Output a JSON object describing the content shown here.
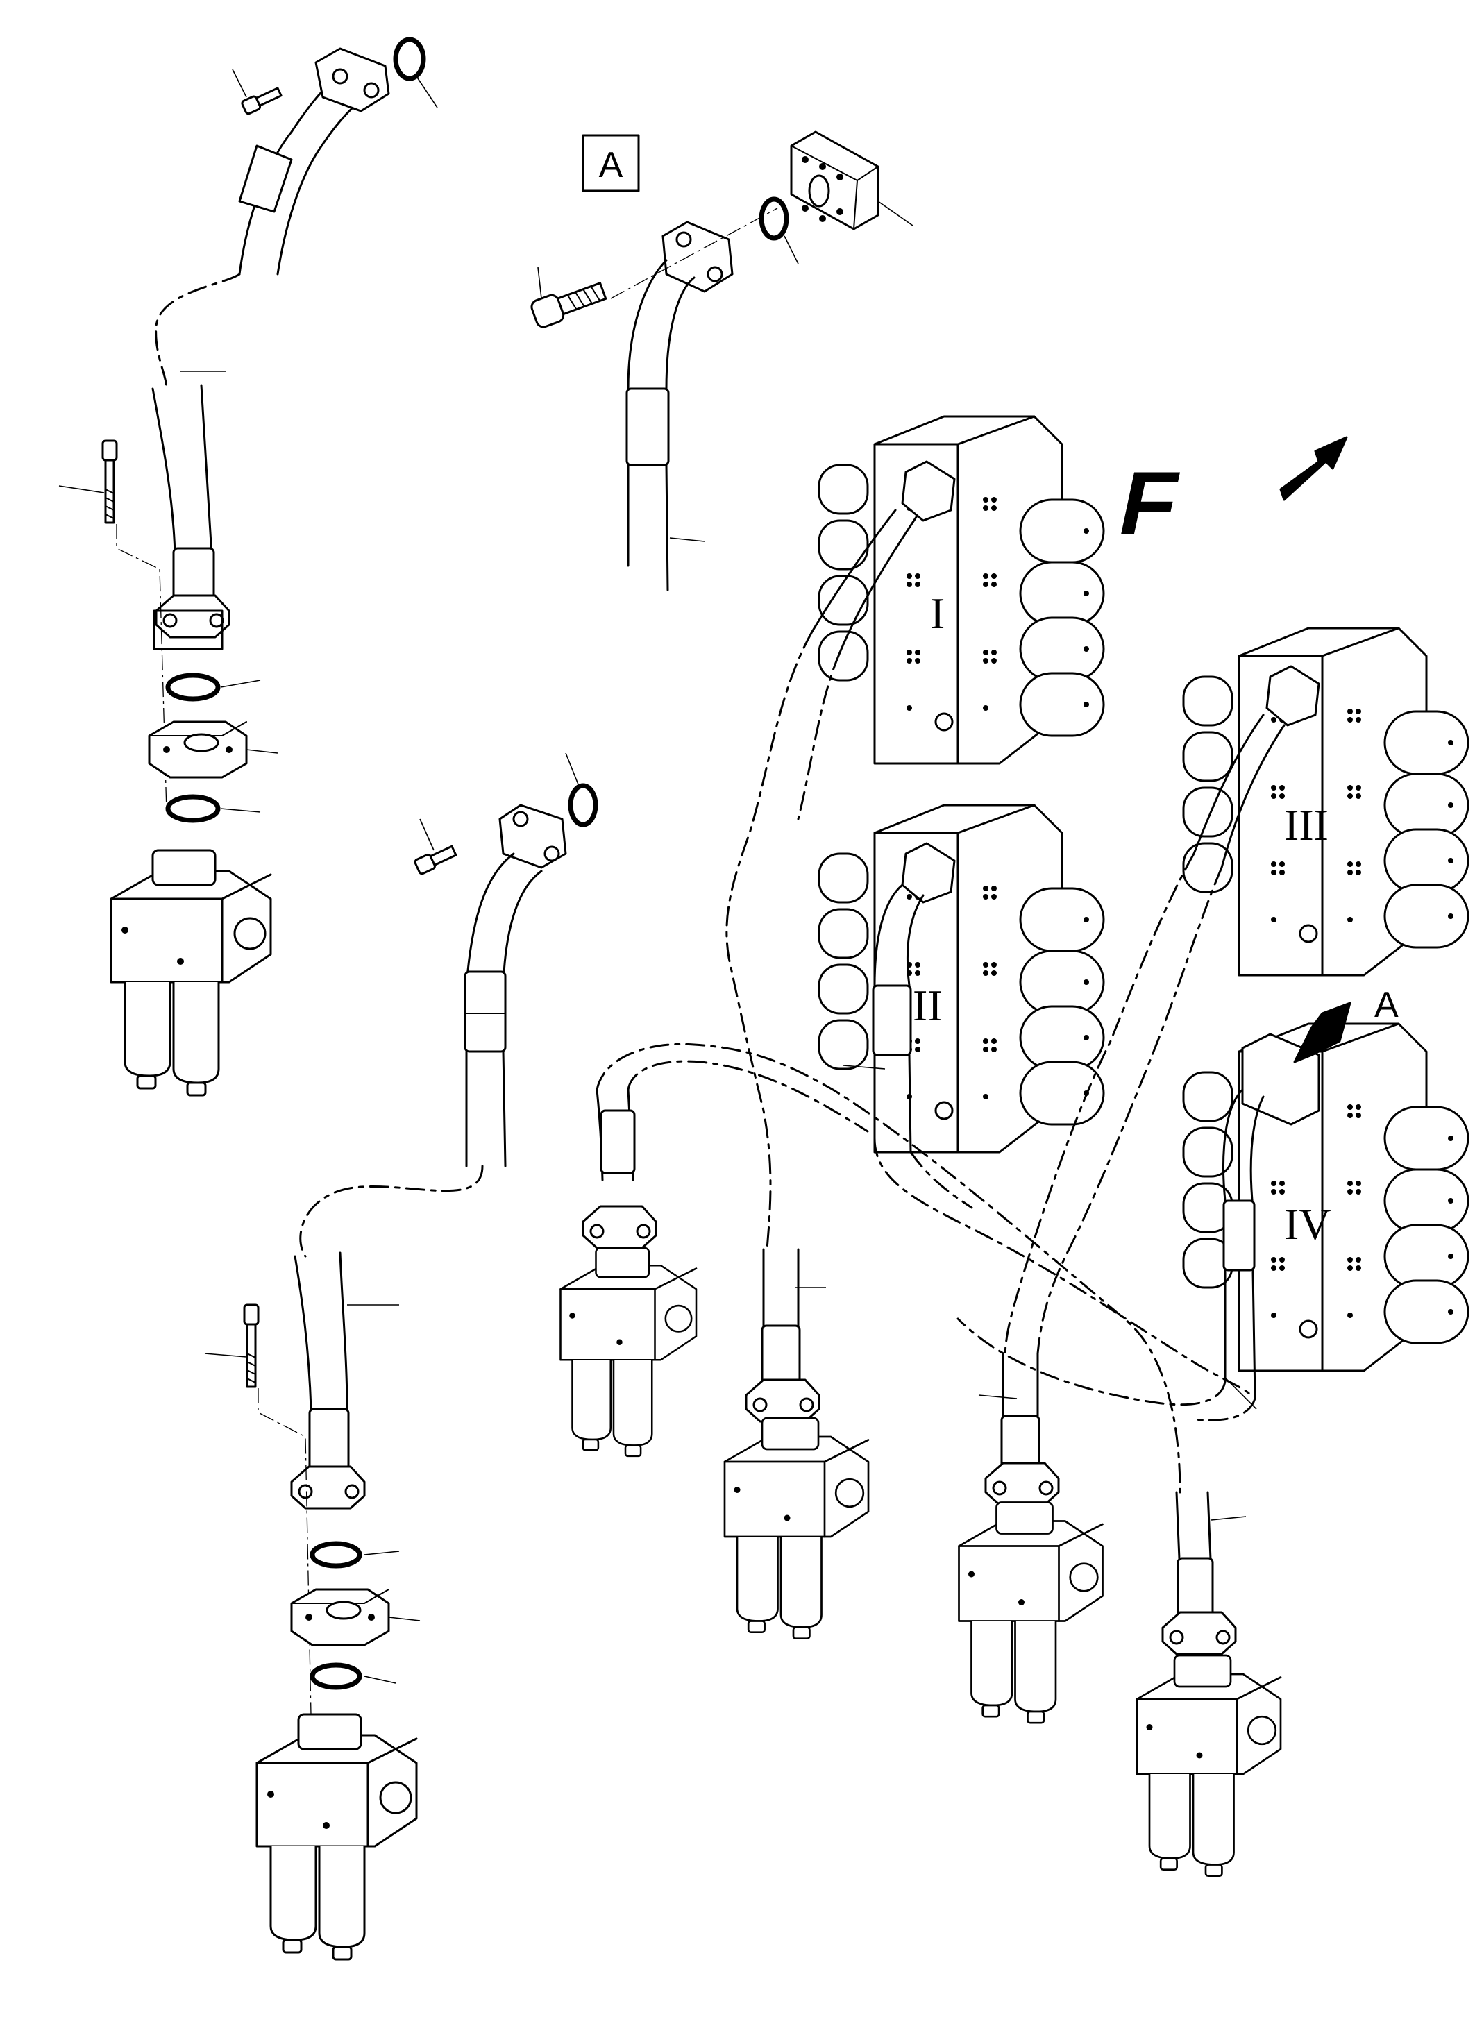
{
  "view_labels": {
    "detail_box": "A",
    "arrow_label": "A",
    "direction": "F"
  },
  "valve_sections": [
    "I",
    "II",
    "III",
    "IV"
  ],
  "colors": {
    "line": "#000000",
    "background": "#ffffff"
  },
  "icons": [
    "direction-arrow-icon",
    "view-arrow-icon"
  ]
}
